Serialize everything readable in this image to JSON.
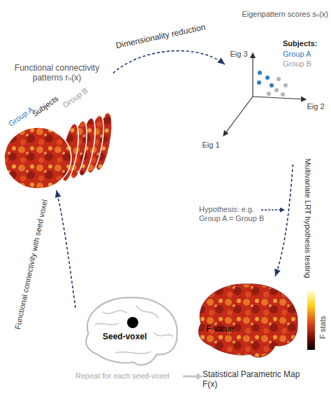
{
  "diagram": {
    "nodes": [
      {
        "text": [
          "Functional connectivity patterns rₙ(x)"
        ]
      },
      {
        "text": [
          "Eigenpattern scores sₙ(x)"
        ]
      },
      {
        "text": [
          "Seed-voxel"
        ]
      },
      {
        "text": [
          "F-value",
          "Statistical Parametric Map F(x)"
        ]
      }
    ],
    "edges": [
      {
        "from": 0,
        "to": 1,
        "arrow": "to",
        "label": "Dimensionality reduction"
      },
      {
        "from": 1,
        "to": 3,
        "arrow": "to",
        "label": "Multivariate LRT hypothesis testing"
      },
      {
        "from": 2,
        "to": 0,
        "arrow": "to",
        "label": "Functional connectivity with seed voxel"
      }
    ],
    "labels": [
      "Subjects",
      "Group A",
      "Group B",
      "Eig 3",
      "Eig 2",
      "Eig 1",
      "Subjects:",
      "Group A",
      "Group B",
      "Hypothesis: e.g. Group A = Group B",
      "F stats",
      "Repeat for each seed-voxel"
    ]
  }
}
